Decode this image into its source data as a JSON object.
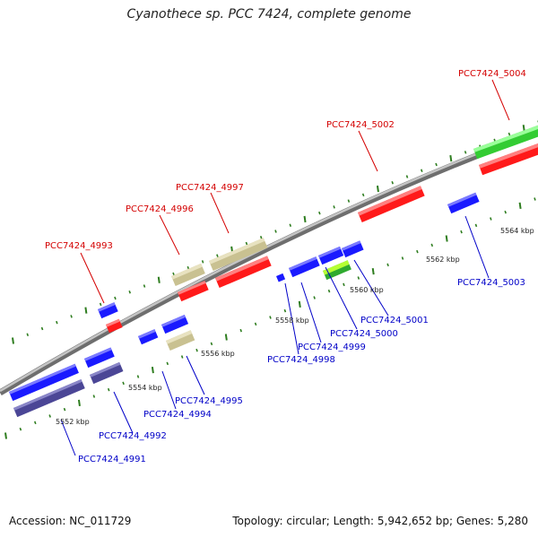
{
  "title": "Cyanothece sp. PCC 7424, complete genome",
  "footer": {
    "accession": "Accession: NC_011729",
    "summary": "Topology: circular; Length: 5,942,652 bp; Genes: 5,280"
  },
  "colors": {
    "background": "#ffffff",
    "backbone": "#9a9a9a",
    "tick": "#2e7d1f",
    "forward_label": "#d40000",
    "reverse_label": "#0000c8",
    "gene_red": "#ff1a1a",
    "gene_blue": "#1a1aff",
    "gene_khaki": "#c9c191",
    "gene_navy": "#4b4696",
    "gene_green": "#33cc33",
    "gene_lime": "#b5ff33"
  },
  "kbp_labels": [
    "5552 kbp",
    "5554 kbp",
    "5556 kbp",
    "5558 kbp",
    "5560 kbp",
    "5562 kbp",
    "5564 kbp"
  ],
  "forward_genes": [
    "PCC7424_4993",
    "PCC7424_4996",
    "PCC7424_4997",
    "PCC7424_5002",
    "PCC7424_5004"
  ],
  "reverse_genes": [
    "PCC7424_4991",
    "PCC7424_4992",
    "PCC7424_4994",
    "PCC7424_4995",
    "PCC7424_4998",
    "PCC7424_4999",
    "PCC7424_5000",
    "PCC7424_5001",
    "PCC7424_5003"
  ]
}
